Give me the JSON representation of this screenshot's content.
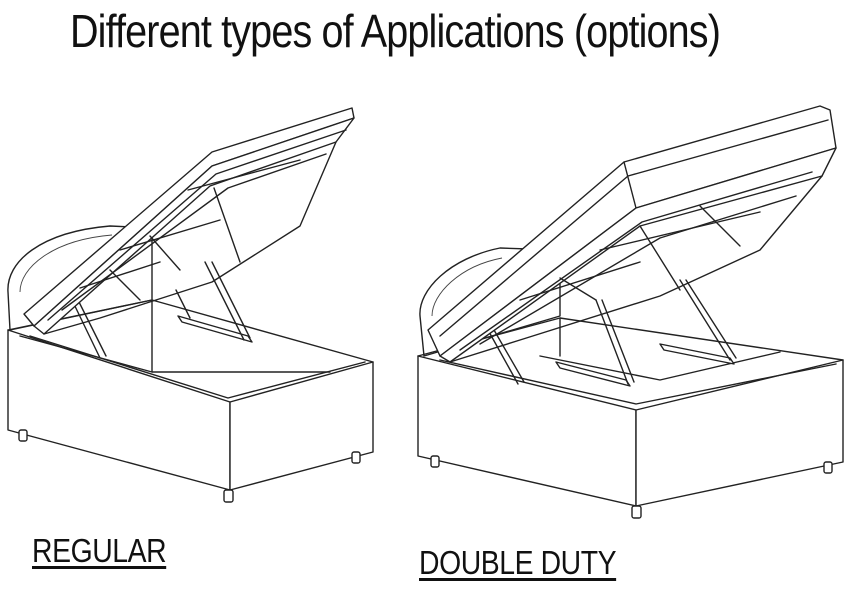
{
  "title": "Different types of Applications (options)",
  "options": [
    {
      "label": "REGULAR"
    },
    {
      "label": "DOUBLE DUTY"
    }
  ]
}
